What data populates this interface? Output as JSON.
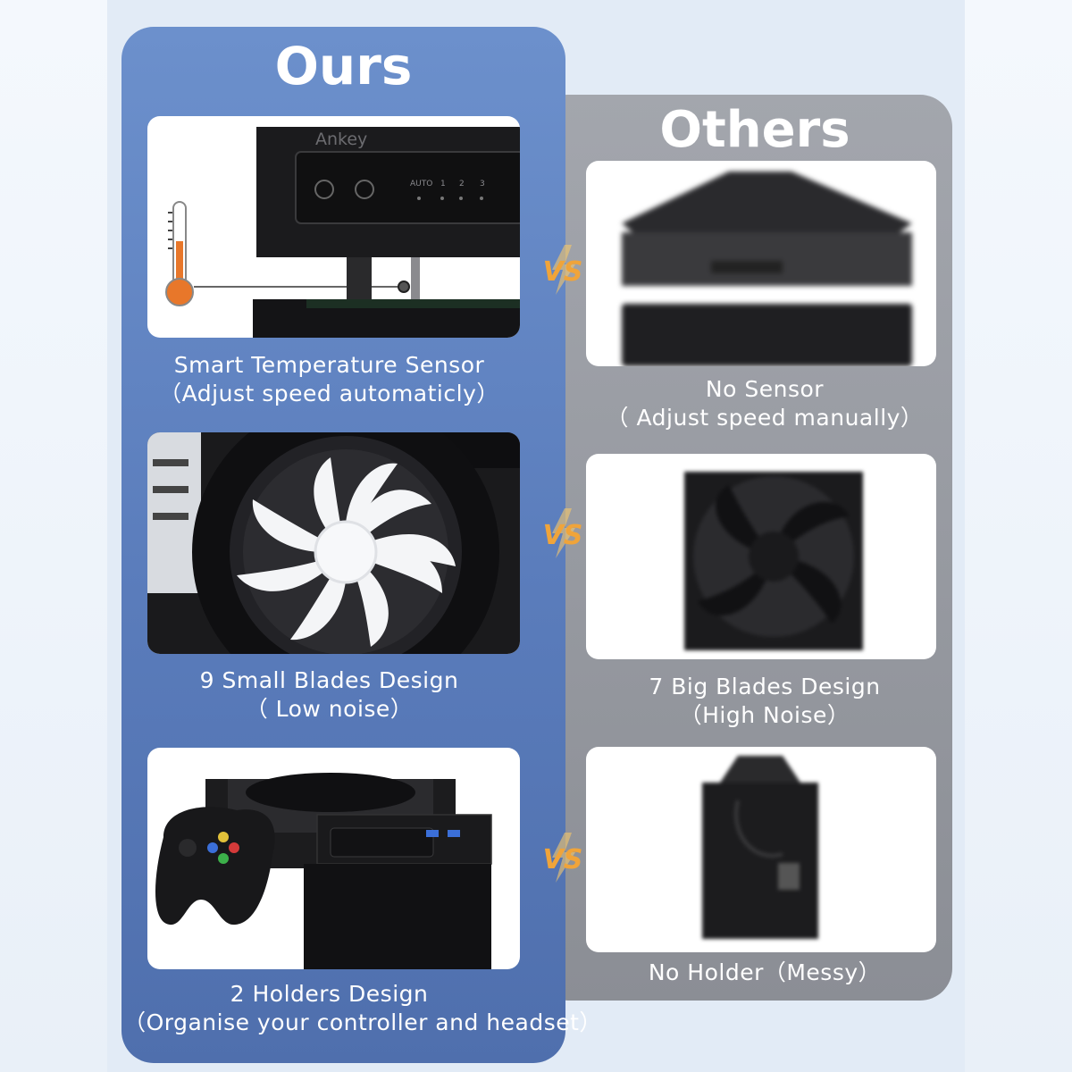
{
  "headers": {
    "ours": "Ours",
    "others": "Others"
  },
  "vs_label": "VS",
  "ours": [
    {
      "line1": "Smart Temperature Sensor",
      "line2": "（Adjust speed automaticly）",
      "image": {
        "brand": "Ankey",
        "fan_modes": [
          "AUTO",
          "1",
          "2",
          "3"
        ]
      }
    },
    {
      "line1": "9 Small Blades Design",
      "line2": "（ Low noise）",
      "image": {}
    },
    {
      "line1": "2 Holders Design",
      "line2": "（Organise your controller and headset）",
      "image": {}
    }
  ],
  "others": [
    {
      "line1": "No Sensor",
      "line2": "（ Adjust speed manually）"
    },
    {
      "line1": "7 Big Blades Design",
      "line2": "（High Noise）"
    },
    {
      "line1": "No Holder（Messy）",
      "line2": ""
    }
  ],
  "colors": {
    "ours_panel": "#5a7cbb",
    "others_panel": "#9a9da4",
    "vs_accent": "#f0a43a",
    "caption_text": "#ffffff"
  }
}
